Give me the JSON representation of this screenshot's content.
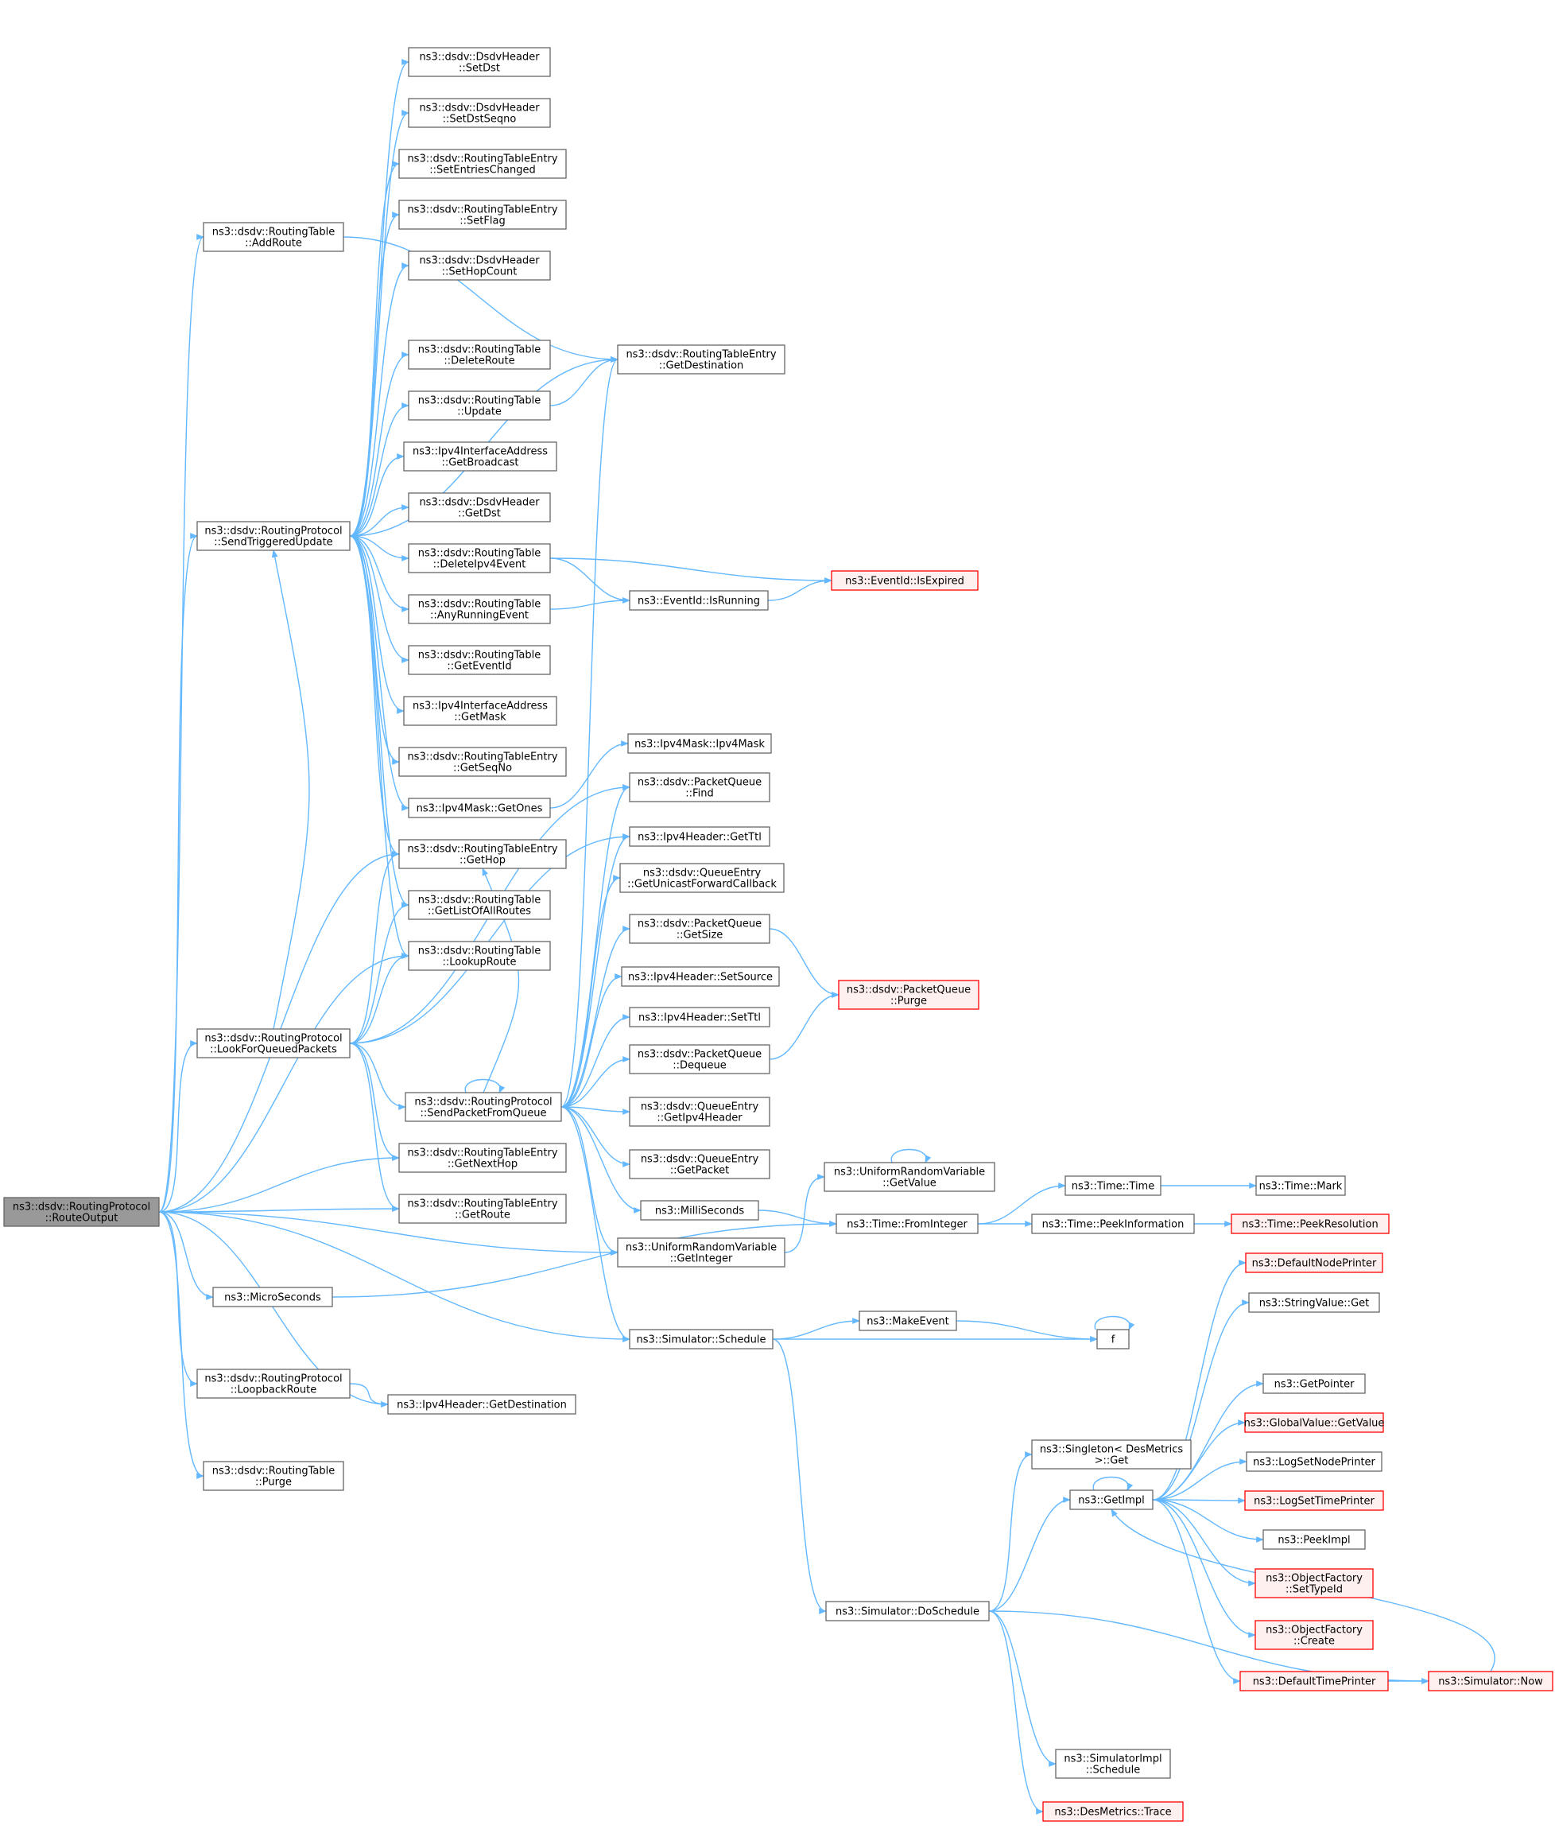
{
  "diagram": {
    "kind": "call-graph",
    "colors": {
      "edge": "#63b8ff",
      "node_border": "#666666",
      "node_fill": "#ffffff",
      "root_fill": "#999999",
      "root_border": "#666666",
      "missing_border": "#ff0000",
      "missing_fill": "#fff0f0",
      "text": "#000000"
    },
    "nodes": [
      {
        "id": "route_output",
        "lines": [
          "ns3::dsdv::RoutingProtocol",
          "::RouteOutput"
        ],
        "style": "root"
      },
      {
        "id": "add_route",
        "lines": [
          "ns3::dsdv::RoutingTable",
          "::AddRoute"
        ],
        "style": "normal"
      },
      {
        "id": "send_triggered",
        "lines": [
          "ns3::dsdv::RoutingProtocol",
          "::SendTriggeredUpdate"
        ],
        "style": "normal"
      },
      {
        "id": "look_for_queued",
        "lines": [
          "ns3::dsdv::RoutingProtocol",
          "::LookForQueuedPackets"
        ],
        "style": "normal"
      },
      {
        "id": "microseconds",
        "lines": [
          "ns3::MicroSeconds"
        ],
        "style": "normal"
      },
      {
        "id": "loopback_route",
        "lines": [
          "ns3::dsdv::RoutingProtocol",
          "::LoopbackRoute"
        ],
        "style": "normal"
      },
      {
        "id": "rt_purge",
        "lines": [
          "ns3::dsdv::RoutingTable",
          "::Purge"
        ],
        "style": "normal"
      },
      {
        "id": "set_dst",
        "lines": [
          "ns3::dsdv::DsdvHeader",
          "::SetDst"
        ],
        "style": "normal"
      },
      {
        "id": "set_dst_seqno",
        "lines": [
          "ns3::dsdv::DsdvHeader",
          "::SetDstSeqno"
        ],
        "style": "normal"
      },
      {
        "id": "set_entries_changed",
        "lines": [
          "ns3::dsdv::RoutingTableEntry",
          "::SetEntriesChanged"
        ],
        "style": "normal"
      },
      {
        "id": "set_flag",
        "lines": [
          "ns3::dsdv::RoutingTableEntry",
          "::SetFlag"
        ],
        "style": "normal"
      },
      {
        "id": "set_hop_count",
        "lines": [
          "ns3::dsdv::DsdvHeader",
          "::SetHopCount"
        ],
        "style": "normal"
      },
      {
        "id": "delete_route",
        "lines": [
          "ns3::dsdv::RoutingTable",
          "::DeleteRoute"
        ],
        "style": "normal"
      },
      {
        "id": "rt_update",
        "lines": [
          "ns3::dsdv::RoutingTable",
          "::Update"
        ],
        "style": "normal"
      },
      {
        "id": "get_broadcast",
        "lines": [
          "ns3::Ipv4InterfaceAddress",
          "::GetBroadcast"
        ],
        "style": "normal"
      },
      {
        "id": "get_dst",
        "lines": [
          "ns3::dsdv::DsdvHeader",
          "::GetDst"
        ],
        "style": "normal"
      },
      {
        "id": "delete_ipv4_event",
        "lines": [
          "ns3::dsdv::RoutingTable",
          "::DeleteIpv4Event"
        ],
        "style": "normal"
      },
      {
        "id": "any_running_event",
        "lines": [
          "ns3::dsdv::RoutingTable",
          "::AnyRunningEvent"
        ],
        "style": "normal"
      },
      {
        "id": "get_event_id",
        "lines": [
          "ns3::dsdv::RoutingTable",
          "::GetEventId"
        ],
        "style": "normal"
      },
      {
        "id": "get_mask",
        "lines": [
          "ns3::Ipv4InterfaceAddress",
          "::GetMask"
        ],
        "style": "normal"
      },
      {
        "id": "get_seq_no",
        "lines": [
          "ns3::dsdv::RoutingTableEntry",
          "::GetSeqNo"
        ],
        "style": "normal"
      },
      {
        "id": "get_ones",
        "lines": [
          "ns3::Ipv4Mask::GetOnes"
        ],
        "style": "normal"
      },
      {
        "id": "get_hop",
        "lines": [
          "ns3::dsdv::RoutingTableEntry",
          "::GetHop"
        ],
        "style": "normal"
      },
      {
        "id": "get_list_all_routes",
        "lines": [
          "ns3::dsdv::RoutingTable",
          "::GetListOfAllRoutes"
        ],
        "style": "normal"
      },
      {
        "id": "lookup_route",
        "lines": [
          "ns3::dsdv::RoutingTable",
          "::LookupRoute"
        ],
        "style": "normal"
      },
      {
        "id": "send_packet_from_queue",
        "lines": [
          "ns3::dsdv::RoutingProtocol",
          "::SendPacketFromQueue"
        ],
        "style": "normal"
      },
      {
        "id": "get_next_hop",
        "lines": [
          "ns3::dsdv::RoutingTableEntry",
          "::GetNextHop"
        ],
        "style": "normal"
      },
      {
        "id": "get_route",
        "lines": [
          "ns3::dsdv::RoutingTableEntry",
          "::GetRoute"
        ],
        "style": "normal"
      },
      {
        "id": "ipv4h_get_destination",
        "lines": [
          "ns3::Ipv4Header::GetDestination"
        ],
        "style": "normal"
      },
      {
        "id": "rte_get_destination",
        "lines": [
          "ns3::dsdv::RoutingTableEntry",
          "::GetDestination"
        ],
        "style": "normal"
      },
      {
        "id": "eventid_is_running",
        "lines": [
          "ns3::EventId::IsRunning"
        ],
        "style": "normal"
      },
      {
        "id": "ipv4mask_ctor",
        "lines": [
          "ns3::Ipv4Mask::Ipv4Mask"
        ],
        "style": "normal"
      },
      {
        "id": "pq_find",
        "lines": [
          "ns3::dsdv::PacketQueue",
          "::Find"
        ],
        "style": "normal"
      },
      {
        "id": "ipv4h_get_ttl",
        "lines": [
          "ns3::Ipv4Header::GetTtl"
        ],
        "style": "normal"
      },
      {
        "id": "qe_get_unicast_cb",
        "lines": [
          "ns3::dsdv::QueueEntry",
          "::GetUnicastForwardCallback"
        ],
        "style": "normal"
      },
      {
        "id": "pq_get_size",
        "lines": [
          "ns3::dsdv::PacketQueue",
          "::GetSize"
        ],
        "style": "normal"
      },
      {
        "id": "ipv4h_set_source",
        "lines": [
          "ns3::Ipv4Header::SetSource"
        ],
        "style": "normal"
      },
      {
        "id": "ipv4h_set_ttl",
        "lines": [
          "ns3::Ipv4Header::SetTtl"
        ],
        "style": "normal"
      },
      {
        "id": "pq_dequeue",
        "lines": [
          "ns3::dsdv::PacketQueue",
          "::Dequeue"
        ],
        "style": "normal"
      },
      {
        "id": "qe_get_ipv4_header",
        "lines": [
          "ns3::dsdv::QueueEntry",
          "::GetIpv4Header"
        ],
        "style": "normal"
      },
      {
        "id": "qe_get_packet",
        "lines": [
          "ns3::dsdv::QueueEntry",
          "::GetPacket"
        ],
        "style": "normal"
      },
      {
        "id": "milliseconds",
        "lines": [
          "ns3::MilliSeconds"
        ],
        "style": "normal"
      },
      {
        "id": "urv_get_integer",
        "lines": [
          "ns3::UniformRandomVariable",
          "::GetInteger"
        ],
        "style": "normal"
      },
      {
        "id": "sim_schedule",
        "lines": [
          "ns3::Simulator::Schedule"
        ],
        "style": "normal"
      },
      {
        "id": "eventid_is_expired",
        "lines": [
          "ns3::EventId::IsExpired"
        ],
        "style": "missing"
      },
      {
        "id": "pq_purge",
        "lines": [
          "ns3::dsdv::PacketQueue",
          "::Purge"
        ],
        "style": "missing"
      },
      {
        "id": "urv_get_value",
        "lines": [
          "ns3::UniformRandomVariable",
          "::GetValue"
        ],
        "style": "normal"
      },
      {
        "id": "time_from_integer",
        "lines": [
          "ns3::Time::FromInteger"
        ],
        "style": "normal"
      },
      {
        "id": "make_event",
        "lines": [
          "ns3::MakeEvent"
        ],
        "style": "normal"
      },
      {
        "id": "sim_do_schedule",
        "lines": [
          "ns3::Simulator::DoSchedule"
        ],
        "style": "normal"
      },
      {
        "id": "time_ctor",
        "lines": [
          "ns3::Time::Time"
        ],
        "style": "normal"
      },
      {
        "id": "time_peek_information",
        "lines": [
          "ns3::Time::PeekInformation"
        ],
        "style": "normal"
      },
      {
        "id": "time_mark",
        "lines": [
          "ns3::Time::Mark"
        ],
        "style": "normal"
      },
      {
        "id": "time_peek_resolution",
        "lines": [
          "ns3::Time::PeekResolution"
        ],
        "style": "missing"
      },
      {
        "id": "func_f",
        "lines": [
          "f"
        ],
        "style": "normal"
      },
      {
        "id": "singleton_get",
        "lines": [
          "ns3::Singleton< DesMetrics",
          " >::Get"
        ],
        "style": "normal"
      },
      {
        "id": "get_impl",
        "lines": [
          "ns3::GetImpl"
        ],
        "style": "normal"
      },
      {
        "id": "simimpl_schedule",
        "lines": [
          "ns3::SimulatorImpl",
          "::Schedule"
        ],
        "style": "normal"
      },
      {
        "id": "desmetrics_trace",
        "lines": [
          "ns3::DesMetrics::Trace"
        ],
        "style": "missing"
      },
      {
        "id": "default_node_printer",
        "lines": [
          "ns3::DefaultNodePrinter"
        ],
        "style": "missing"
      },
      {
        "id": "string_value_get",
        "lines": [
          "ns3::StringValue::Get"
        ],
        "style": "normal"
      },
      {
        "id": "get_pointer",
        "lines": [
          "ns3::GetPointer"
        ],
        "style": "normal"
      },
      {
        "id": "global_value_get_value",
        "lines": [
          "ns3::GlobalValue::GetValue"
        ],
        "style": "missing"
      },
      {
        "id": "log_set_node_printer",
        "lines": [
          "ns3::LogSetNodePrinter"
        ],
        "style": "normal"
      },
      {
        "id": "log_set_time_printer",
        "lines": [
          "ns3::LogSetTimePrinter"
        ],
        "style": "missing"
      },
      {
        "id": "peek_impl",
        "lines": [
          "ns3::PeekImpl"
        ],
        "style": "normal"
      },
      {
        "id": "of_set_type_id",
        "lines": [
          "ns3::ObjectFactory",
          "::SetTypeId"
        ],
        "style": "missing"
      },
      {
        "id": "of_create",
        "lines": [
          "ns3::ObjectFactory",
          "::Create"
        ],
        "style": "missing"
      },
      {
        "id": "default_time_printer",
        "lines": [
          "ns3::DefaultTimePrinter"
        ],
        "style": "missing"
      },
      {
        "id": "sim_now",
        "lines": [
          "ns3::Simulator::Now"
        ],
        "style": "missing"
      }
    ],
    "edges": [
      [
        "route_output",
        "add_route"
      ],
      [
        "route_output",
        "send_triggered"
      ],
      [
        "route_output",
        "look_for_queued"
      ],
      [
        "route_output",
        "get_hop"
      ],
      [
        "route_output",
        "lookup_route"
      ],
      [
        "route_output",
        "get_next_hop"
      ],
      [
        "route_output",
        "get_route"
      ],
      [
        "route_output",
        "urv_get_integer"
      ],
      [
        "route_output",
        "microseconds"
      ],
      [
        "route_output",
        "sim_schedule"
      ],
      [
        "route_output",
        "loopback_route"
      ],
      [
        "route_output",
        "ipv4h_get_destination"
      ],
      [
        "route_output",
        "rt_purge"
      ],
      [
        "add_route",
        "rte_get_destination"
      ],
      [
        "send_triggered",
        "set_dst"
      ],
      [
        "send_triggered",
        "set_dst_seqno"
      ],
      [
        "send_triggered",
        "set_entries_changed"
      ],
      [
        "send_triggered",
        "set_flag"
      ],
      [
        "send_triggered",
        "set_hop_count"
      ],
      [
        "send_triggered",
        "rte_get_destination"
      ],
      [
        "send_triggered",
        "delete_route"
      ],
      [
        "send_triggered",
        "rt_update"
      ],
      [
        "send_triggered",
        "get_broadcast"
      ],
      [
        "send_triggered",
        "get_dst"
      ],
      [
        "send_triggered",
        "delete_ipv4_event"
      ],
      [
        "send_triggered",
        "any_running_event"
      ],
      [
        "send_triggered",
        "get_event_id"
      ],
      [
        "send_triggered",
        "get_mask"
      ],
      [
        "send_triggered",
        "get_seq_no"
      ],
      [
        "send_triggered",
        "get_ones"
      ],
      [
        "send_triggered",
        "get_hop"
      ],
      [
        "send_triggered",
        "get_list_all_routes"
      ],
      [
        "send_triggered",
        "lookup_route"
      ],
      [
        "look_for_queued",
        "send_triggered"
      ],
      [
        "look_for_queued",
        "get_hop"
      ],
      [
        "look_for_queued",
        "get_list_all_routes"
      ],
      [
        "look_for_queued",
        "lookup_route"
      ],
      [
        "look_for_queued",
        "pq_find"
      ],
      [
        "look_for_queued",
        "ipv4h_get_ttl"
      ],
      [
        "look_for_queued",
        "send_packet_from_queue"
      ],
      [
        "look_for_queued",
        "get_next_hop"
      ],
      [
        "look_for_queued",
        "get_route"
      ],
      [
        "send_packet_from_queue",
        "send_packet_from_queue"
      ],
      [
        "send_packet_from_queue",
        "rte_get_destination"
      ],
      [
        "send_packet_from_queue",
        "pq_find"
      ],
      [
        "send_packet_from_queue",
        "ipv4h_get_ttl"
      ],
      [
        "send_packet_from_queue",
        "qe_get_unicast_cb"
      ],
      [
        "send_packet_from_queue",
        "pq_get_size"
      ],
      [
        "send_packet_from_queue",
        "ipv4h_set_source"
      ],
      [
        "send_packet_from_queue",
        "ipv4h_set_ttl"
      ],
      [
        "send_packet_from_queue",
        "pq_dequeue"
      ],
      [
        "send_packet_from_queue",
        "qe_get_ipv4_header"
      ],
      [
        "send_packet_from_queue",
        "qe_get_packet"
      ],
      [
        "send_packet_from_queue",
        "milliseconds"
      ],
      [
        "send_packet_from_queue",
        "urv_get_integer"
      ],
      [
        "send_packet_from_queue",
        "sim_schedule"
      ],
      [
        "send_packet_from_queue",
        "get_hop"
      ],
      [
        "rt_update",
        "rte_get_destination"
      ],
      [
        "delete_ipv4_event",
        "eventid_is_expired"
      ],
      [
        "delete_ipv4_event",
        "eventid_is_running"
      ],
      [
        "any_running_event",
        "eventid_is_running"
      ],
      [
        "eventid_is_running",
        "eventid_is_expired"
      ],
      [
        "get_ones",
        "ipv4mask_ctor"
      ],
      [
        "pq_get_size",
        "pq_purge"
      ],
      [
        "pq_dequeue",
        "pq_purge"
      ],
      [
        "microseconds",
        "time_from_integer"
      ],
      [
        "milliseconds",
        "time_from_integer"
      ],
      [
        "urv_get_integer",
        "urv_get_value"
      ],
      [
        "urv_get_value",
        "urv_get_value"
      ],
      [
        "loopback_route",
        "ipv4h_get_destination"
      ],
      [
        "sim_schedule",
        "make_event"
      ],
      [
        "sim_schedule",
        "func_f"
      ],
      [
        "sim_schedule",
        "sim_do_schedule"
      ],
      [
        "make_event",
        "func_f"
      ],
      [
        "func_f",
        "func_f"
      ],
      [
        "time_from_integer",
        "time_ctor"
      ],
      [
        "time_from_integer",
        "time_peek_information"
      ],
      [
        "time_ctor",
        "time_mark"
      ],
      [
        "time_peek_information",
        "time_peek_resolution"
      ],
      [
        "sim_do_schedule",
        "singleton_get"
      ],
      [
        "sim_do_schedule",
        "get_impl"
      ],
      [
        "sim_do_schedule",
        "sim_now"
      ],
      [
        "sim_do_schedule",
        "simimpl_schedule"
      ],
      [
        "sim_do_schedule",
        "desmetrics_trace"
      ],
      [
        "get_impl",
        "default_node_printer"
      ],
      [
        "get_impl",
        "string_value_get"
      ],
      [
        "get_impl",
        "get_pointer"
      ],
      [
        "get_impl",
        "global_value_get_value"
      ],
      [
        "get_impl",
        "log_set_node_printer"
      ],
      [
        "get_impl",
        "log_set_time_printer"
      ],
      [
        "get_impl",
        "peek_impl"
      ],
      [
        "get_impl",
        "of_set_type_id"
      ],
      [
        "get_impl",
        "of_create"
      ],
      [
        "get_impl",
        "default_time_printer"
      ],
      [
        "get_impl",
        "get_impl"
      ],
      [
        "default_time_printer",
        "sim_now"
      ],
      [
        "sim_now",
        "get_impl"
      ]
    ]
  }
}
